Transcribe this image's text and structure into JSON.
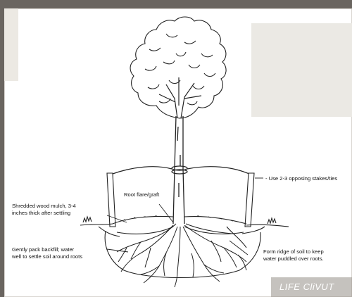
{
  "labels": {
    "root_flare": "Root flare/graft",
    "stakes": "- Use 2-3 opposing stakes/ties",
    "mulch_line1": "Shredded wood mulch, 3-4",
    "mulch_line2": "inches thick after settling",
    "backfill_line1": "Gently pack backfill; water",
    "backfill_line2": "well to settle soil around roots",
    "ridge_line1": "Form ridge of soil to keep",
    "ridge_line2": "water puddled over roots."
  },
  "watermark": "LIFE CliVUT",
  "colors": {
    "frame": "#6a6560",
    "panel": "#ffffff",
    "ink": "#111111",
    "corner_box": "#ebe9e4"
  }
}
